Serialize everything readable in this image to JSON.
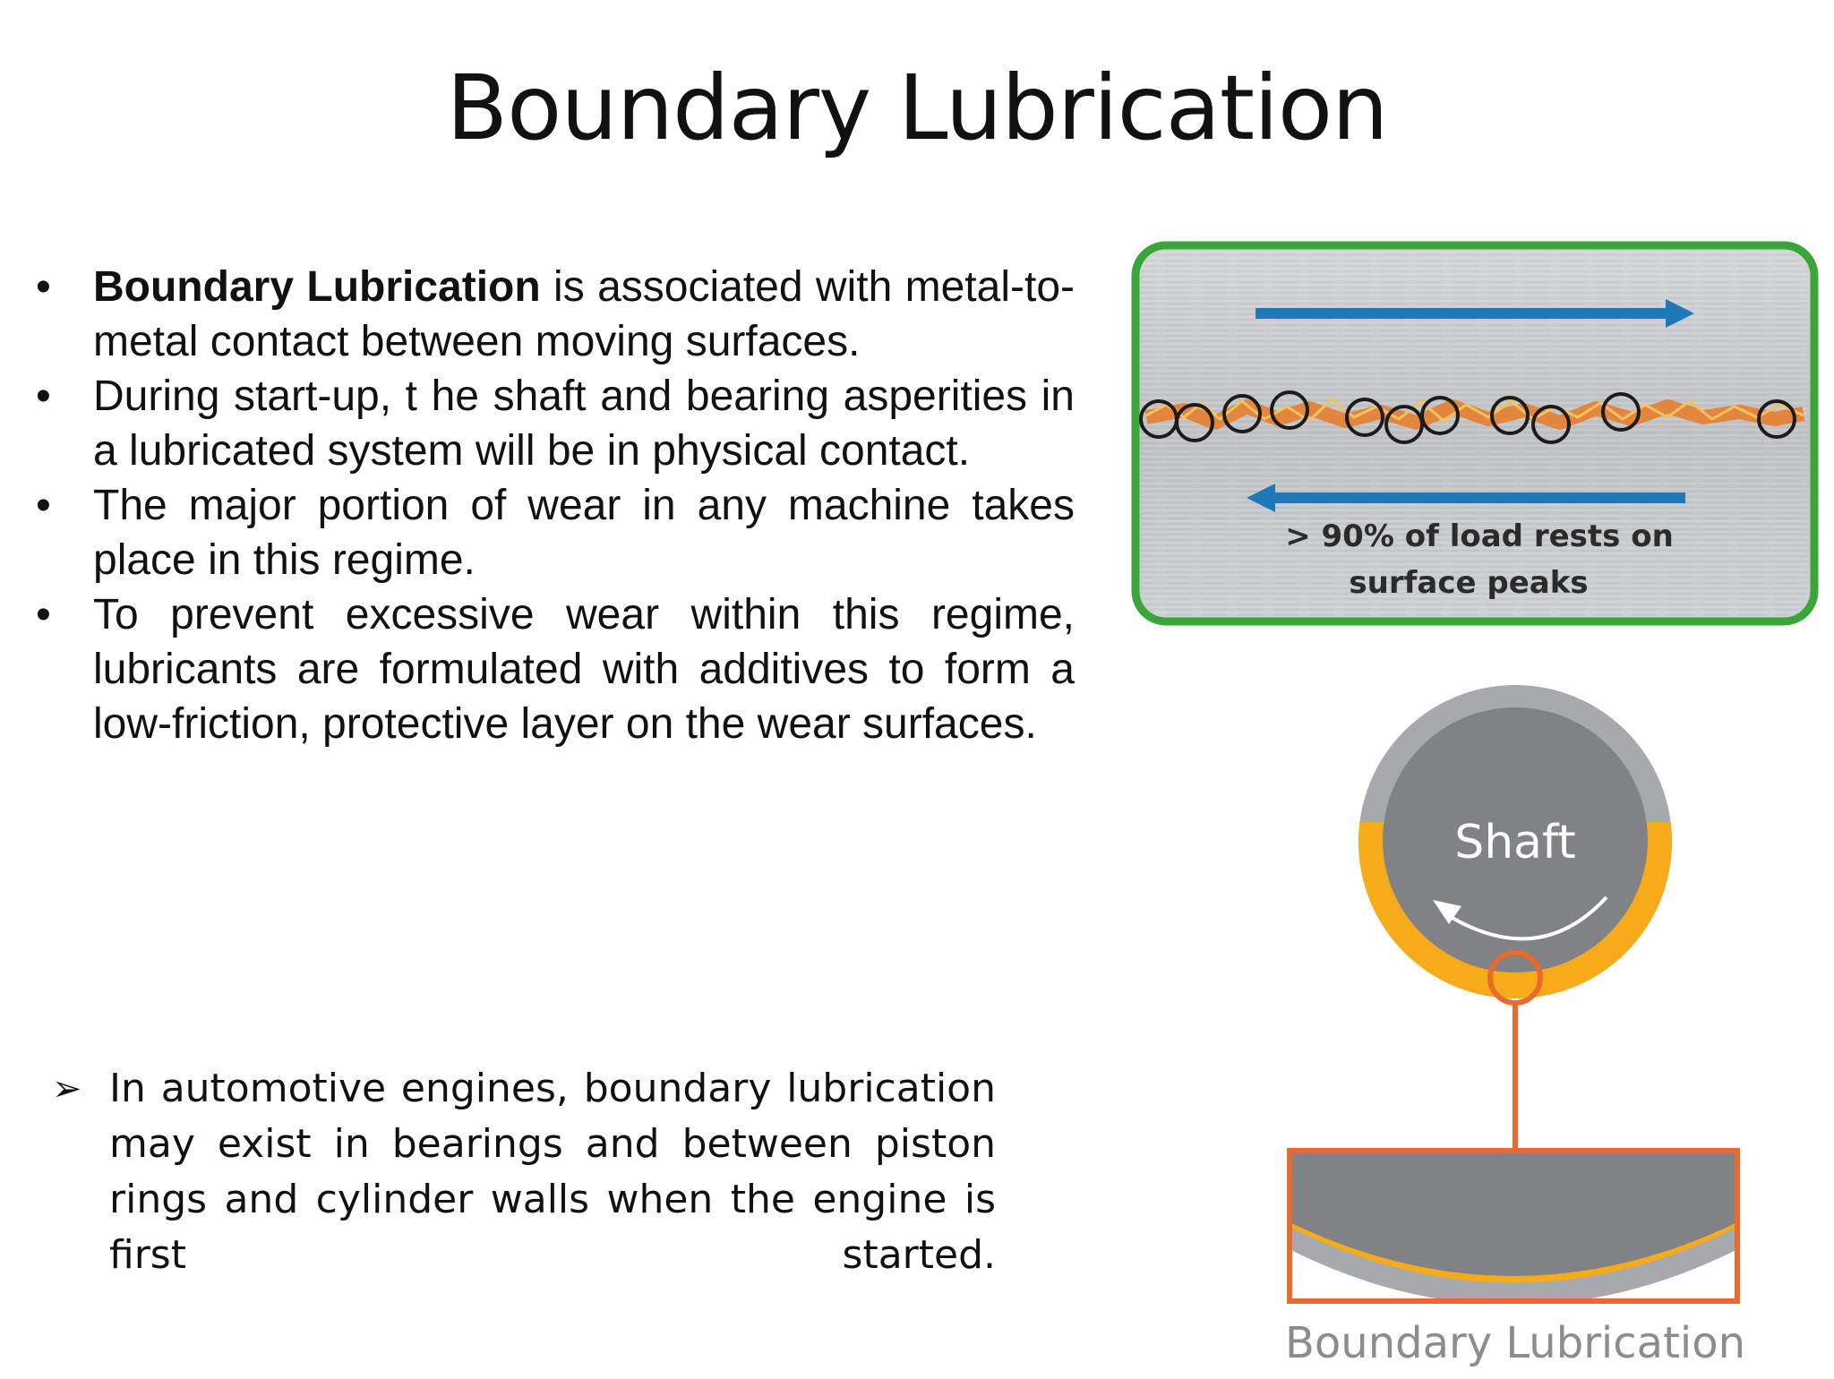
{
  "title": "Boundary Lubrication",
  "bullets": [
    {
      "bold": "Boundary Lubrication",
      "text": " is associated with metal-to-metal contact between moving surfaces."
    },
    {
      "bold": "",
      "text": "During start-up, t he shaft and bearing asperities in a lubricated system will be in physical contact."
    },
    {
      "bold": "",
      "text": "The major portion of wear in any machine takes place in this regime."
    },
    {
      "bold": "",
      "text": "To prevent excessive wear within this regime, lubricants are formulated with additives to form a low-friction, protective layer on the wear surfaces."
    }
  ],
  "bullet_glyph": "•",
  "note": {
    "glyph": "➢",
    "text": "In automotive engines, boundary lubrication may exist in bearings and between piston rings and cylinder walls when the engine is first started."
  },
  "figure_surface": {
    "caption_line1": "> 90% of load rests on",
    "caption_line2": "surface peaks",
    "colors": {
      "frame": "#3aa639",
      "arrow": "#1f79b8",
      "peaks": "#e77a27",
      "metal": "#c9cbcd"
    }
  },
  "figure_shaft": {
    "shaft_label": "Shaft",
    "caption": "Boundary Lubrication",
    "colors": {
      "bearing": "#a7a9ac",
      "shaft": "#808285",
      "oil": "#f5ab1a",
      "highlight": "#ea6a2e",
      "caption": "#8a8c8f"
    }
  }
}
